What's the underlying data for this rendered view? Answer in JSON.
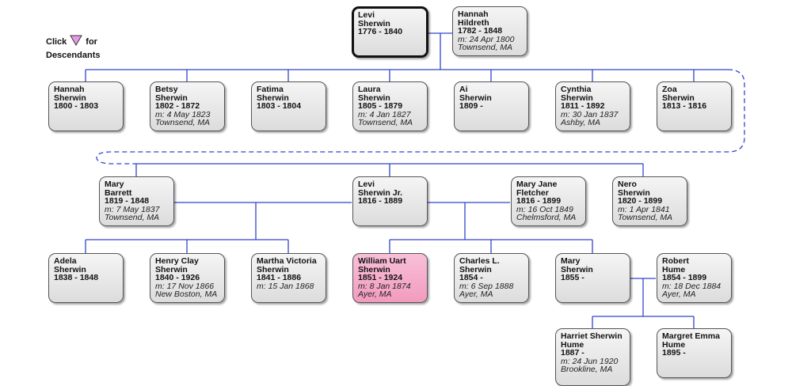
{
  "legend": {
    "click": "Click",
    "for": "for",
    "descendants": "Descendants"
  },
  "people": {
    "levi": {
      "n1": "Levi",
      "n2": "Sherwin",
      "yr": "1776 - 1840",
      "m": "",
      "p": ""
    },
    "hannah_h": {
      "n1": "Hannah",
      "n2": "Hildreth",
      "yr": "1782 - 1848",
      "m": "m: 24 Apr 1800",
      "p": "Townsend, MA"
    },
    "hannah": {
      "n1": "Hannah",
      "n2": "Sherwin",
      "yr": "1800 - 1803",
      "m": "",
      "p": ""
    },
    "betsy": {
      "n1": "Betsy",
      "n2": "Sherwin",
      "yr": "1802 - 1872",
      "m": "m: 4 May 1823",
      "p": "Townsend, MA"
    },
    "fatima": {
      "n1": "Fatima",
      "n2": "Sherwin",
      "yr": "1803 - 1804",
      "m": "",
      "p": ""
    },
    "laura": {
      "n1": "Laura",
      "n2": "Sherwin",
      "yr": "1805 - 1879",
      "m": "m: 4 Jan 1827",
      "p": "Townsend, MA"
    },
    "ai": {
      "n1": "Ai",
      "n2": "Sherwin",
      "yr": "1809 -",
      "m": "",
      "p": ""
    },
    "cynthia": {
      "n1": "Cynthia",
      "n2": "Sherwin",
      "yr": "1811 - 1892",
      "m": "m: 30 Jan 1837",
      "p": "Ashby, MA"
    },
    "zoa": {
      "n1": "Zoa",
      "n2": "Sherwin",
      "yr": "1813 - 1816",
      "m": "",
      "p": ""
    },
    "mary_b": {
      "n1": "Mary",
      "n2": "Barrett",
      "yr": "1819 - 1848",
      "m": "m: 7 May 1837",
      "p": "Townsend, MA"
    },
    "levi_jr": {
      "n1": "Levi",
      "n2": "Sherwin Jr.",
      "yr": "1816 - 1889",
      "m": "",
      "p": ""
    },
    "mary_jf": {
      "n1": "Mary Jane",
      "n2": "Fletcher",
      "yr": "1816 - 1899",
      "m": "m: 16 Oct 1849",
      "p": "Chelmsford, MA"
    },
    "nero": {
      "n1": "Nero",
      "n2": "Sherwin",
      "yr": "1820 - 1899",
      "m": "m: 1 Apr 1841",
      "p": "Townsend, MA"
    },
    "adela": {
      "n1": "Adela",
      "n2": "Sherwin",
      "yr": "1838 - 1848",
      "m": "",
      "p": ""
    },
    "henry": {
      "n1": "Henry Clay",
      "n2": "Sherwin",
      "yr": "1840 - 1926",
      "m": "m: 17 Nov 1866",
      "p": "New Boston, MA"
    },
    "martha": {
      "n1": "Martha Victoria",
      "n2": "Sherwin",
      "yr": "1841 - 1886",
      "m": "m: 15 Jan 1868",
      "p": ""
    },
    "william": {
      "n1": "William Uart",
      "n2": "Sherwin",
      "yr": "1851 - 1924",
      "m": "m: 8 Jan 1874",
      "p": "Ayer, MA"
    },
    "charles": {
      "n1": "Charles L.",
      "n2": "Sherwin",
      "yr": "1854 -",
      "m": "m: 6 Sep 1888",
      "p": "Ayer, MA"
    },
    "mary_s": {
      "n1": "Mary",
      "n2": "Sherwin",
      "yr": "1855 -",
      "m": "",
      "p": ""
    },
    "robert": {
      "n1": "Robert",
      "n2": "Hume",
      "yr": "1854 - 1899",
      "m": "m: 18 Dec 1884",
      "p": "Ayer, MA"
    },
    "harriet": {
      "n1": "Harriet Sherwin",
      "n2": "Hume",
      "yr": "1887 -",
      "m": "m: 24 Jun 1920",
      "p": "Brookline, MA"
    },
    "margret": {
      "n1": "Margret Emma",
      "n2": "Hume",
      "yr": "1895 -",
      "m": "",
      "p": ""
    }
  },
  "colors": {
    "connector": "#3344cc",
    "focus": "#f29bbf",
    "legend_triangle": "#e79be6"
  }
}
